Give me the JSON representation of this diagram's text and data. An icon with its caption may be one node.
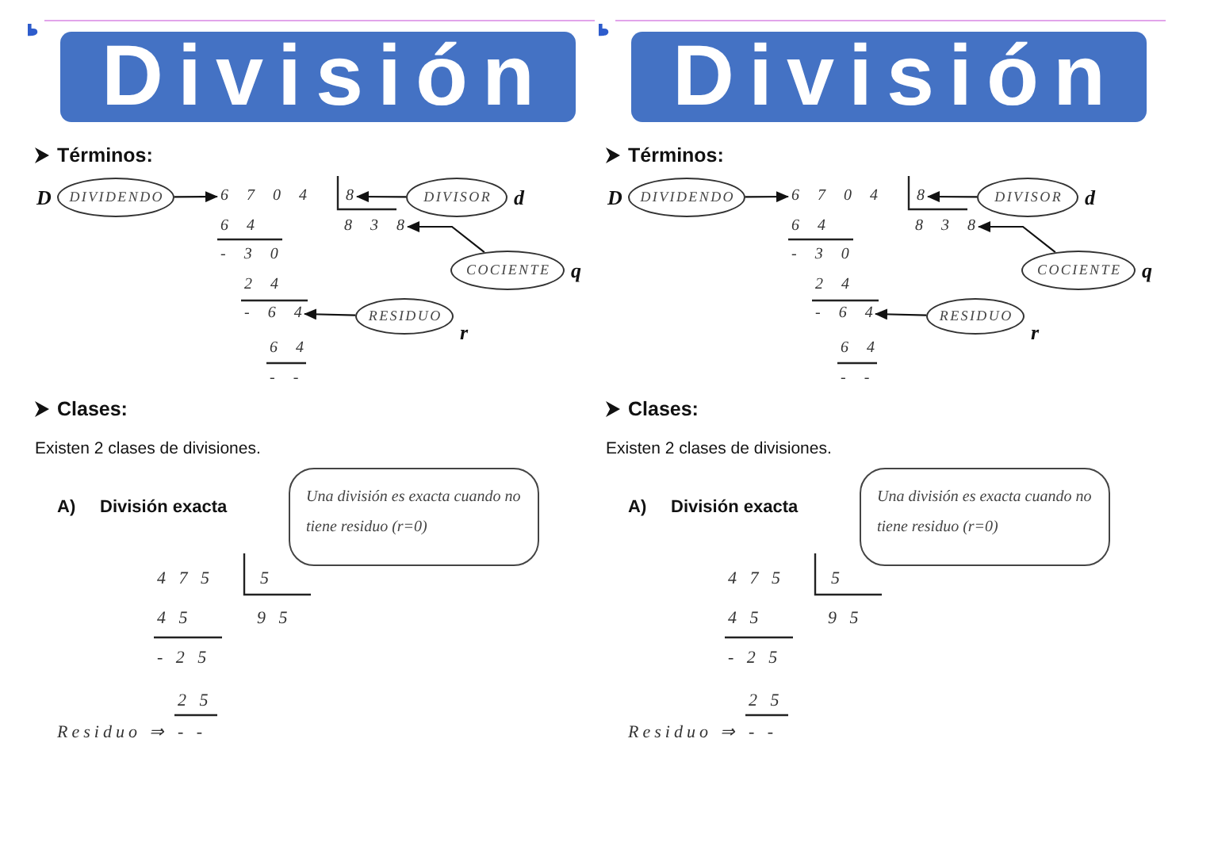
{
  "diagram": {
    "nodes": [
      {
        "text": [
          "División"
        ]
      },
      {
        "text": [
          "DIVIDENDO"
        ],
        "beside": [
          "D"
        ]
      },
      {
        "text": [
          "6 7 0 4"
        ]
      },
      {
        "text": [
          "8"
        ]
      },
      {
        "text": [
          "DIVISOR"
        ],
        "beside": [
          "d"
        ]
      },
      {
        "text": [
          "8 3 8"
        ]
      },
      {
        "text": [
          "COCIENTE"
        ],
        "beside": [
          "q"
        ]
      },
      {
        "text": [
          "- 6 4"
        ]
      },
      {
        "text": [
          "RESIDUO"
        ],
        "beside": [
          "r"
        ]
      },
      {
        "text": [
          "Una división es exacta cuando no tiene residuo (r=0)"
        ]
      },
      {
        "text": [
          "División"
        ]
      },
      {
        "text": [
          "DIVIDENDO"
        ],
        "beside": [
          "D"
        ]
      },
      {
        "text": [
          "6 7 0 4"
        ]
      },
      {
        "text": [
          "8"
        ]
      },
      {
        "text": [
          "DIVISOR"
        ],
        "beside": [
          "d"
        ]
      },
      {
        "text": [
          "8 3 8"
        ]
      },
      {
        "text": [
          "COCIENTE"
        ],
        "beside": [
          "q"
        ]
      },
      {
        "text": [
          "- 6 4"
        ]
      },
      {
        "text": [
          "RESIDUO"
        ],
        "beside": [
          "r"
        ]
      },
      {
        "text": [
          "Una división es exacta cuando no tiene residuo (r=0)"
        ]
      }
    ],
    "edges": [
      {
        "from": 1,
        "to": 2,
        "arrow": "to"
      },
      {
        "from": 4,
        "to": 3,
        "arrow": "to"
      },
      {
        "from": 6,
        "to": 5,
        "arrow": "to"
      },
      {
        "from": 8,
        "to": 7,
        "arrow": "to"
      },
      {
        "from": 11,
        "to": 12,
        "arrow": "to"
      },
      {
        "from": 14,
        "to": 13,
        "arrow": "to"
      },
      {
        "from": 16,
        "to": 15,
        "arrow": "to"
      },
      {
        "from": 18,
        "to": 17,
        "arrow": "to"
      }
    ],
    "labels": [
      "Términos:",
      "6 4",
      "- 3 0",
      "2 4",
      "6 4",
      "- -",
      "Clases:",
      "Existen 2 clases de divisiones.",
      "A)",
      "División exacta",
      "4 7 5",
      "5",
      "4 5",
      "9 5",
      "- 2 5",
      "2 5",
      "Residuo ⇒",
      "- -",
      "Términos:",
      "6 4",
      "- 3 0",
      "2 4",
      "6 4",
      "- -",
      "Clases:",
      "Existen 2 clases de divisiones.",
      "A)",
      "División exacta",
      "4 7 5",
      "5",
      "4 5",
      "9 5",
      "- 2 5",
      "2 5",
      "Residuo ⇒",
      "- -"
    ]
  }
}
